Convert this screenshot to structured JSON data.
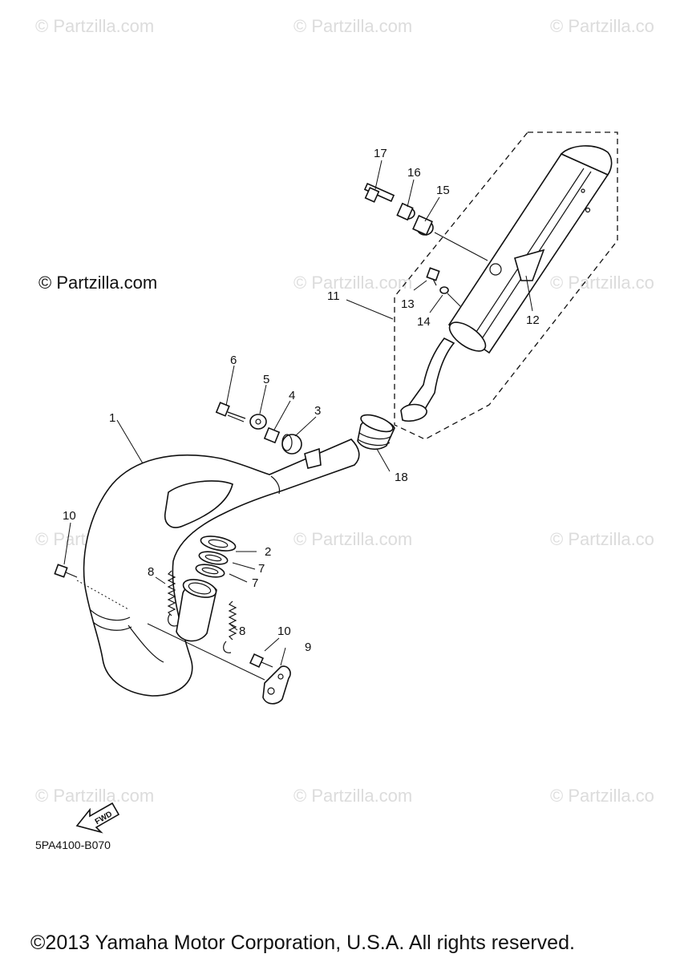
{
  "watermark": "© Partzilla.com",
  "watermark_cut": "© Partzilla.co",
  "brand": "© Partzilla.com",
  "diagram_code": "5PA4100-B070",
  "fwd_label": "FWD",
  "copyright": "©2013 Yamaha Motor Corporation, U.S.A. All rights reserved.",
  "callouts": {
    "p1": "1",
    "p2": "2",
    "p3": "3",
    "p4": "4",
    "p5": "5",
    "p6": "6",
    "p7a": "7",
    "p7b": "7",
    "p8a": "8",
    "p8b": "8",
    "p9": "9",
    "p10a": "10",
    "p10b": "10",
    "p11": "11",
    "p12": "12",
    "p13": "13",
    "p14": "14",
    "p15": "15",
    "p16": "16",
    "p17": "17",
    "p18": "18"
  }
}
